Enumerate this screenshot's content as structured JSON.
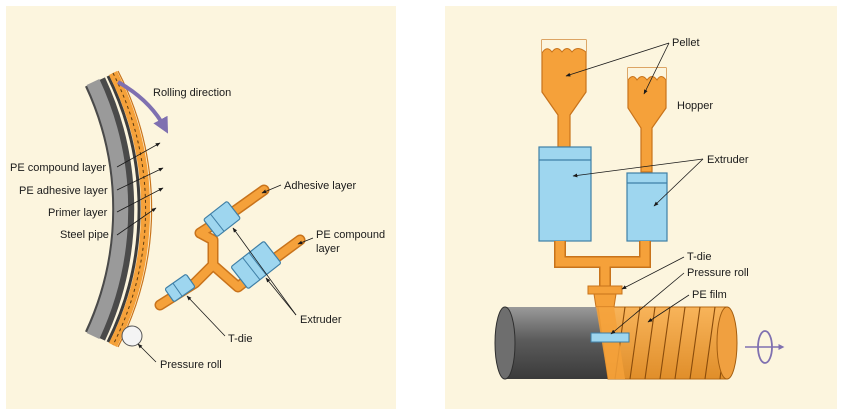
{
  "colors": {
    "panel_bg": "#fcf5de",
    "orange": "#f5a13a",
    "orange_dark": "#c8731b",
    "pipe_gray": "#8c8c8c",
    "pipe_dark": "#4a4a4a",
    "extruder_blue": "#9ed6ef",
    "extruder_stroke": "#3f7fa6",
    "arrow_purple": "#7f70b0",
    "label": "#1a1a1a"
  },
  "left_panel": {
    "rolling_direction": "Rolling direction",
    "layers": {
      "pe_compound_layer": "PE compound layer",
      "pe_adhesive_layer": "PE adhesive layer",
      "primer_layer": "Primer layer",
      "steel_pipe": "Steel pipe"
    },
    "adhesive_layer": "Adhesive layer",
    "pe_compound_layer_line1": "PE compound",
    "pe_compound_layer_line2": "layer",
    "extruder": "Extruder",
    "t_die": "T-die",
    "pressure_roll": "Pressure roll"
  },
  "right_panel": {
    "pellet": "Pellet",
    "hopper": "Hopper",
    "extruder": "Extruder",
    "t_die": "T-die",
    "pressure_roll": "Pressure roll",
    "pe_film": "PE film"
  }
}
